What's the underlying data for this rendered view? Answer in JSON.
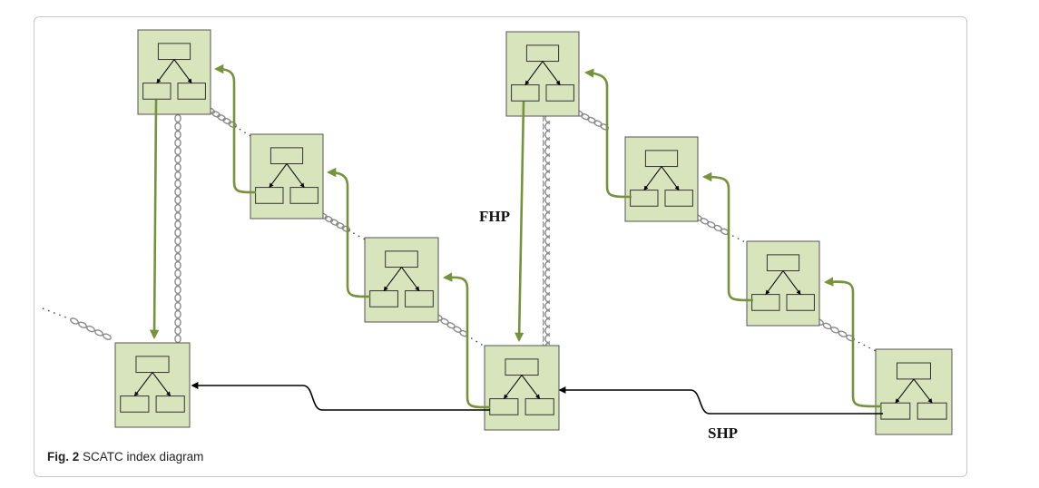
{
  "caption": {
    "label": "Fig. 2",
    "text": "SCATC index diagram"
  },
  "labels": {
    "fhp": "FHP",
    "shp": "SHP"
  },
  "colors": {
    "node_fill": "#d8e4bc",
    "node_border": "#555555",
    "green_arrow": "#76933c",
    "black_arrow": "#000000",
    "chain": "#8a8a8a"
  }
}
